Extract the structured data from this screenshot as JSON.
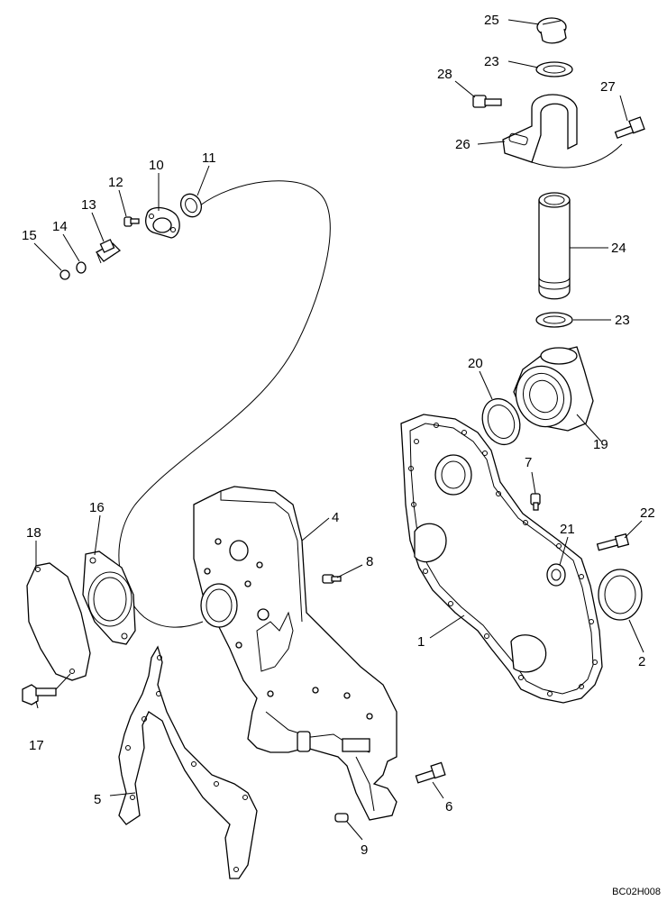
{
  "callouts": {
    "c1": "1",
    "c2": "2",
    "c4": "4",
    "c5": "5",
    "c6": "6",
    "c7": "7",
    "c8": "8",
    "c9": "9",
    "c10": "10",
    "c11": "11",
    "c12": "12",
    "c13": "13",
    "c14": "14",
    "c15": "15",
    "c16": "16",
    "c17": "17",
    "c18": "18",
    "c19": "19",
    "c20": "20",
    "c21": "21",
    "c22": "22",
    "c23a": "23",
    "c23b": "23",
    "c24": "24",
    "c25": "25",
    "c26": "26",
    "c27": "27",
    "c28": "28"
  },
  "reference_code": "BC02H008"
}
